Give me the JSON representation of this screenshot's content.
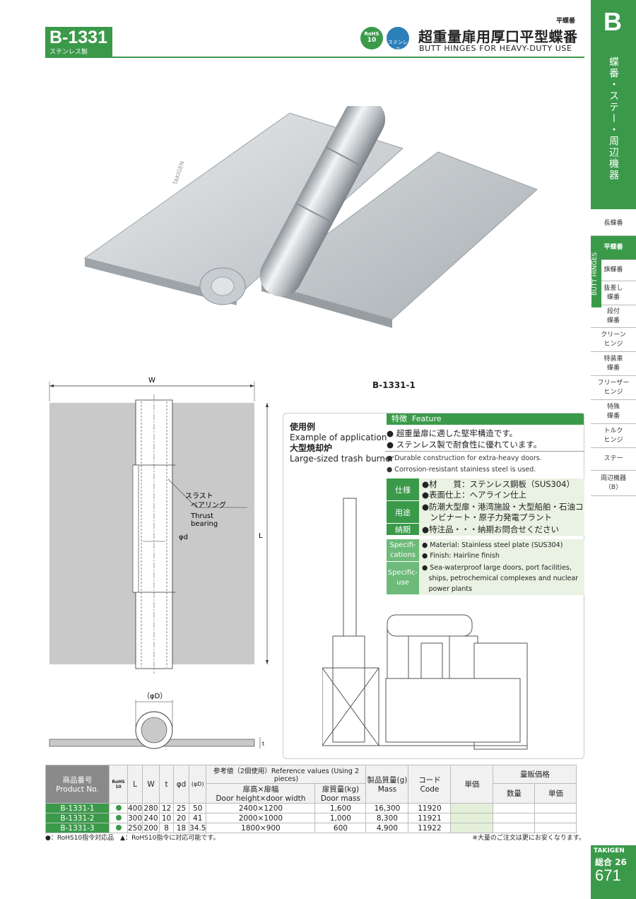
{
  "header": {
    "model": "B-1331",
    "material_note": "ステンレス製",
    "rohs_badge_top": "RoHS",
    "rohs_badge_bottom": "10",
    "material_badge": "ステンレス",
    "category": "平蝶番",
    "title_jp": "超重量扉用厚口平型蝶番",
    "title_en": "BUTT HINGES FOR HEAVY-DUTY USE"
  },
  "sidebar": {
    "section_letter": "B",
    "section_title": "蝶番・ステー・周辺機器",
    "vertical_label": "BUTT HINGES",
    "items": [
      {
        "label": "長蝶番",
        "active": false
      },
      {
        "label": "平蝶番",
        "active": true
      },
      {
        "label": "旗蝶番",
        "active": false
      },
      {
        "label": "抜差し\n蝶番",
        "active": false
      },
      {
        "label": "段付\n蝶番",
        "active": false
      },
      {
        "label": "クリーン\nヒンジ",
        "active": false
      },
      {
        "label": "特装車\n蝶番",
        "active": false
      },
      {
        "label": "フリーザー\nヒンジ",
        "active": false
      },
      {
        "label": "特殊\n蝶番",
        "active": false
      },
      {
        "label": "トルク\nヒンジ",
        "active": false
      },
      {
        "label": "ステー",
        "active": false
      },
      {
        "label": "周辺機器\n（B）",
        "active": false
      }
    ]
  },
  "photo": {
    "caption": "B-1331-1",
    "engraving": "TAKIGEN"
  },
  "drawing": {
    "dim_w": "W",
    "dim_l": "L",
    "dim_d": "φd",
    "dim_big_d": "（φD）",
    "dim_t": "t",
    "thrust_jp_1": "スラスト",
    "thrust_jp_2": "ベアリング",
    "thrust_en_1": "Thrust",
    "thrust_en_2": "bearing"
  },
  "application": {
    "label_jp": "使用例",
    "label_en": "Example of application",
    "item_jp": "大型焼却炉",
    "item_en": "Large-sized trash burner"
  },
  "feature": {
    "head_jp": "特徴",
    "head_en": "Feature",
    "jp_1": "● 超重量扉に適した堅牢構造です。",
    "jp_2": "● ステンレス製で耐食性に優れています。",
    "en_1": "● Durable construction for extra-heavy doors.",
    "en_2": "● Corrosion-resistant stainless steel is used."
  },
  "specs_jp": [
    {
      "label": "仕様",
      "lines": [
        "●材　　質：ステンレス鋼板（SUS304）",
        "●表面仕上：ヘアライン仕上"
      ]
    },
    {
      "label": "用途",
      "lines": [
        "●防潮大型扉・港湾施設・大型船舶・石油コ",
        "　ンビナート・原子力発電プラント"
      ]
    },
    {
      "label": "納期",
      "lines": [
        "●特注品・・・納期お問合せください"
      ]
    }
  ],
  "specs_en": [
    {
      "label_1": "Specifi-",
      "label_2": "cations",
      "lines": [
        "● Material: Stainless steel plate (SUS304)",
        "● Finish: Hairline finish"
      ]
    },
    {
      "label_1": "Specific-",
      "label_2": "use",
      "lines": [
        "● Sea-waterproof large doors, port facilities,",
        "　ships, petrochemical complexes and nuclear",
        "　power plants"
      ]
    }
  ],
  "table": {
    "h_pn_jp": "商品番号",
    "h_pn_en": "Product No.",
    "h_rohs_1": "RoHS",
    "h_rohs_2": "10",
    "h_l": "L",
    "h_w": "W",
    "h_t": "t",
    "h_d": "φd",
    "h_bd": "(φD)",
    "h_ref": "参考値（2個使用）Reference values (Using 2 pieces)",
    "h_door_jp": "扉高×扉幅",
    "h_door_en": "Door height×door width",
    "h_mass_jp": "扉質量(kg)",
    "h_mass_en": "Door mass",
    "h_pmass_jp": "製品質量(g)",
    "h_pmass_en": "Mass",
    "h_code_jp": "コード",
    "h_code_en": "Code",
    "h_price": "単価",
    "h_bulk": "量販価格",
    "h_qty": "数量",
    "h_bulk_price": "単価",
    "rows": [
      {
        "pn": "B-1331-1",
        "l": "400",
        "w": "280",
        "t": "12",
        "d": "25",
        "bd": "50",
        "door": "2400×1200",
        "door_mass": "1,600",
        "mass": "16,300",
        "code": "11920"
      },
      {
        "pn": "B-1331-2",
        "l": "300",
        "w": "240",
        "t": "10",
        "d": "20",
        "bd": "41",
        "door": "2000×1000",
        "door_mass": "1,000",
        "mass": "8,300",
        "code": "11921"
      },
      {
        "pn": "B-1331-3",
        "l": "250",
        "w": "200",
        "t": "8",
        "d": "18",
        "bd": "34.5",
        "door": "1800×900",
        "door_mass": "600",
        "mass": "4,900",
        "code": "11922"
      }
    ]
  },
  "footer": {
    "legend": "●：RoHS10指令対応品　▲：RoHS10指令に対応可能です。",
    "note": "※大量のご注文は更にお安くなります。",
    "brand": "TAKIGEN",
    "series": "総合 26",
    "page": "671"
  },
  "colors": {
    "brand_green": "#3a9a4a",
    "price_cell": "#e4efd9",
    "spec_bg": "#eaf2e3"
  }
}
